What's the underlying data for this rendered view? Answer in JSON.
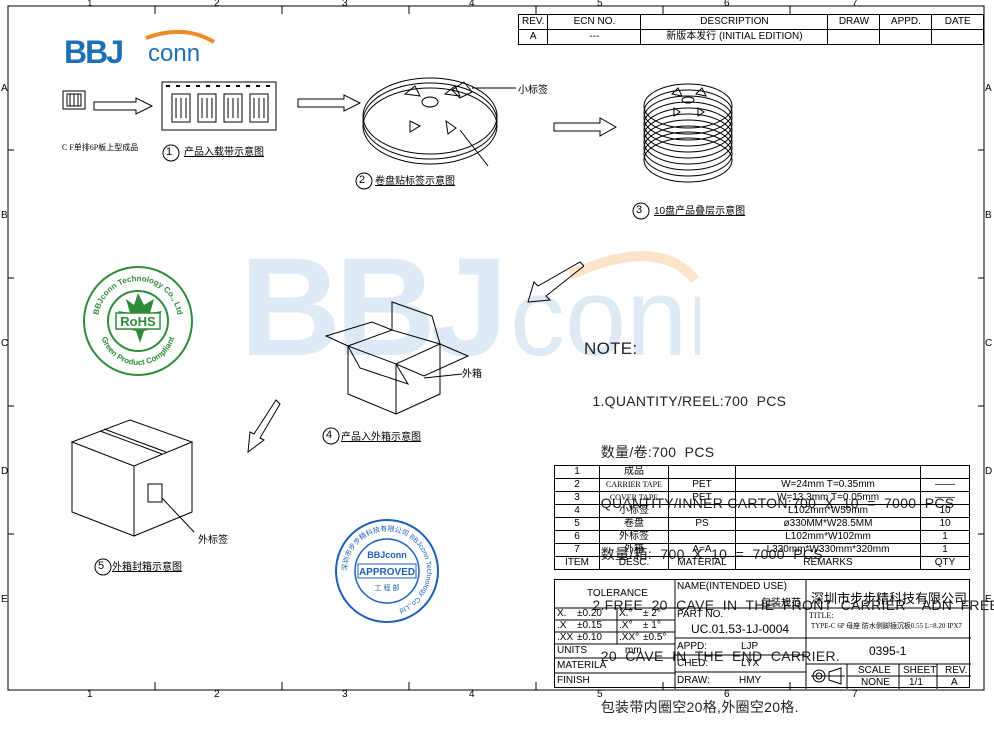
{
  "frame": {
    "top_numbers": [
      "1",
      "2",
      "3",
      "4",
      "5",
      "6",
      "7"
    ],
    "bottom_numbers": [
      "1",
      "2",
      "3",
      "4",
      "5",
      "6",
      "7"
    ],
    "side_letters": [
      "A",
      "B",
      "C",
      "D",
      "E"
    ]
  },
  "revision": {
    "headers": [
      "REV.",
      "ECN NO.",
      "DESCRIPTION",
      "DRAW",
      "APPD.",
      "DATE"
    ],
    "row": [
      "A",
      "---",
      "新版本发行 (INITIAL EDITION)",
      "",
      "",
      ""
    ]
  },
  "logo": {
    "text_blue": "BBJ",
    "text_orange": "conn"
  },
  "steps": {
    "s1": {
      "num": "1",
      "label": "产品入载带示意图",
      "product_caption": "C F单排6P板上型成品"
    },
    "s2": {
      "num": "2",
      "label": "卷盘贴标签示意图",
      "callout": "小标签"
    },
    "s3": {
      "num": "3",
      "label": "10盘产品叠层示意图"
    },
    "s4": {
      "num": "4",
      "label": "产品入外箱示意图",
      "callout": "外箱"
    },
    "s5": {
      "num": "5",
      "label": "外箱封箱示意图",
      "callout": "外标签"
    }
  },
  "rohs": {
    "center": "RoHS",
    "ring_top": "BBJconn Technology Co., Ltd",
    "ring_bottom": "Green Product Compliant"
  },
  "seal": {
    "ring": "深圳市步步精科技有限公司 BBJconn Technology Co.,Ltd",
    "logo": "BBJconn",
    "center": "APPROVED",
    "sub": "工 程 部"
  },
  "notes": {
    "title": "NOTE:",
    "lines": [
      "  1.QUANTITY/REEL:700  PCS",
      "    数量/卷:700  PCS",
      "    QUANTITY/INNER CARTON:700  X  10  =  7000  PCS",
      "    数量/箱:  700  X  10  =  7000  PCS",
      "  2.FREE  20  CAVE  IN  THE  FRONT  CARRIER    ADN  FREE",
      "    20  CAVE  IN  THE  END  CARRIER.",
      "    包装带内圈空20格,外圈空20格."
    ]
  },
  "bom": {
    "headers": [
      "ITEM",
      "DESC.",
      "MATERIAL",
      "REMARKS",
      "QTY"
    ],
    "rows": [
      [
        "1",
        "成品",
        "",
        "",
        ""
      ],
      [
        "2",
        "CARRIER TAPE",
        "PET",
        "W=24mm  T=0.35mm",
        "——"
      ],
      [
        "3",
        "COVER TAPE",
        "PET",
        "W=13.3mm  T=0.05mm",
        "——"
      ],
      [
        "4",
        "小标签",
        "",
        "L102mm*W59mm",
        "10"
      ],
      [
        "5",
        "卷盘",
        "PS",
        "ø330MM*W28.5MM",
        "10"
      ],
      [
        "6",
        "外标签",
        "",
        "L102mm*W102mm",
        "1"
      ],
      [
        "7",
        "外箱",
        "A=A",
        "L330mm*W330mm*320mm",
        "1"
      ]
    ]
  },
  "title_block": {
    "tolerance": "TOLERANCE",
    "tol_rows": [
      [
        "X.",
        "±0.20",
        "X.°",
        "±  2°"
      ],
      [
        ".X",
        "±0.15",
        ".X°",
        "±  1°"
      ],
      [
        ".XX",
        "±0.10",
        ".XX°",
        "±0.5°"
      ]
    ],
    "units_label": "UNITS",
    "units_value": "mm",
    "material_label": "MATERILA",
    "material_value": "",
    "finish_label": "FINISH",
    "finish_value": "",
    "name_label": "NAME(INTENDED  USE)",
    "name_value": "包装规范",
    "company": "深圳市步步精科技有限公司",
    "partno_label": "PART  NO.",
    "partno_value": "UC.01.53-1J-0004",
    "title_label": "TITLE:",
    "title_value": "TYPE-C 6P 母座 防水侧脚插沉板0.55 L=8.20 IPX7",
    "appd_label": "APPD:",
    "appd_value": "LJP",
    "ched_label": "CHED:",
    "ched_value": "LYX",
    "draw_label": "DRAW:",
    "draw_value": "HMY",
    "doc_no": "0395-1",
    "scale_label": "SCALE",
    "scale_value": "NONE",
    "sheet_label": "SHEET",
    "sheet_value": "1/1",
    "rev_label": "REV.",
    "rev_value": "A"
  },
  "colors": {
    "logo_blue": "#1f6fb5",
    "logo_orange": "#f08a24",
    "rohs_green": "#2e8b3a",
    "seal_blue": "#1d5fb8",
    "watermark": "#dbe9f5"
  }
}
